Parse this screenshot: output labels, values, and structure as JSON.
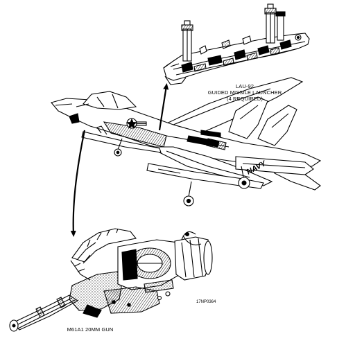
{
  "labels": {
    "launcher_lines": [
      "LAU-92",
      "GUIDED MISSILE LAUNCHER",
      "(4 REQUIRED)"
    ],
    "gun": "M61A1 20MM GUN",
    "figure_code": "17NP0364",
    "tail_marking": "NAVY"
  },
  "colors": {
    "ink": "#000000",
    "paper": "#ffffff",
    "shade": "#1a1a1a"
  }
}
